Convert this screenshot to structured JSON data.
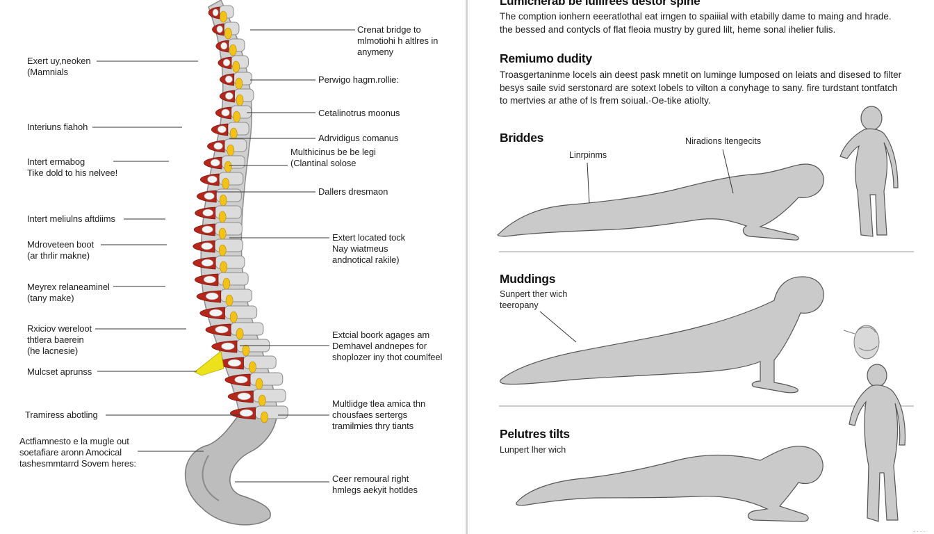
{
  "spine_diagram": {
    "left_labels": [
      {
        "id": "l1",
        "text": "Exert uy,neoken\n(Mamnials"
      },
      {
        "id": "l2",
        "text": "Interiuns fiahoh"
      },
      {
        "id": "l3",
        "text": "Intert ermabog\nTike dold to his nelvee!"
      },
      {
        "id": "l4",
        "text": "Intert meliulns aftdiims"
      },
      {
        "id": "l5",
        "text": "Mdroveteen boot\n(ar thrlir makne)"
      },
      {
        "id": "l6",
        "text": "Meyrex relaneaminel\n(tany make)"
      },
      {
        "id": "l7",
        "text": "Rxiciov wereloot\nthtlera baerein\n(he lacnesie)"
      },
      {
        "id": "l8",
        "text": "Mulcset aprunss"
      },
      {
        "id": "l9",
        "text": "Tramiress abotling"
      },
      {
        "id": "l10",
        "text": "Actfiamnesto e la mugle out\nsoetafiare aronn Amocical\ntashesmmtarrd Sovem heres:"
      }
    ],
    "right_labels": [
      {
        "id": "r1",
        "text": "Crenat bridge to\nmlmotiohi h altlres in\nanymeny"
      },
      {
        "id": "r2",
        "text": "Perwigo hagm.rollie:"
      },
      {
        "id": "r3",
        "text": "Cetalinotrus moonus"
      },
      {
        "id": "r4",
        "text": "Adrvidigus comanus"
      },
      {
        "id": "r5",
        "text": "Multhicinus be be legi\n(Clantinal solose"
      },
      {
        "id": "r6",
        "text": "Dallers dresmaon"
      },
      {
        "id": "r7",
        "text": "Extert located tock\nNay wiatmeus\nandnotical rakile)"
      },
      {
        "id": "r8",
        "text": "Extcial boork agages am\nDemhavel andnepes for\nshoplozer iny thot coumlfeel"
      },
      {
        "id": "r9",
        "text": "Multlidge tlea amica thn\nchousfaes sertergs\ntramilmies thry tiants"
      },
      {
        "id": "r10",
        "text": "Ceer remoural right\nhmlegs aekyit hotldes"
      }
    ]
  },
  "exercise_panel": {
    "title": "Lumicherab be iuillrees destor spine",
    "intro": "The comption ionhern eeeratlothal eat irngen to spaiiial with etabilly dame to maing and hrade.\nthe bessed and contycls of flat fleoia mustry by gured lilt, heme sonal ihelier fulis.",
    "section_heading": "Remiumo dudity",
    "section_text": "Troasgertaninme locels ain deest pask mnetit on luminge lumposed on leiats and disesed to filter\nbesys saile svid serstonard are sotext lobels to vilton a conyhage to sany. fire turdstant tontfatch\nto mertvies ar athe of ls frem soiual.·Oe-tike atiolty.",
    "exercises": [
      {
        "heading": "Briddes",
        "label_a": "Linrpinms",
        "label_b": "Niradions ltengecits"
      },
      {
        "heading": "Muddings",
        "caption": "Sunpert ther wich\nteeropany"
      },
      {
        "heading": "Pelutres tilts",
        "caption": "Lunpert lher wich"
      }
    ]
  },
  "colors": {
    "bone": "#c6c6c6",
    "bone_dark": "#8d8d8d",
    "muscle": "#b6271b",
    "nerve": "#f2c21b",
    "highlight": "#ece21b",
    "figure": "#c9c9c9",
    "figure_outline": "#555555"
  }
}
